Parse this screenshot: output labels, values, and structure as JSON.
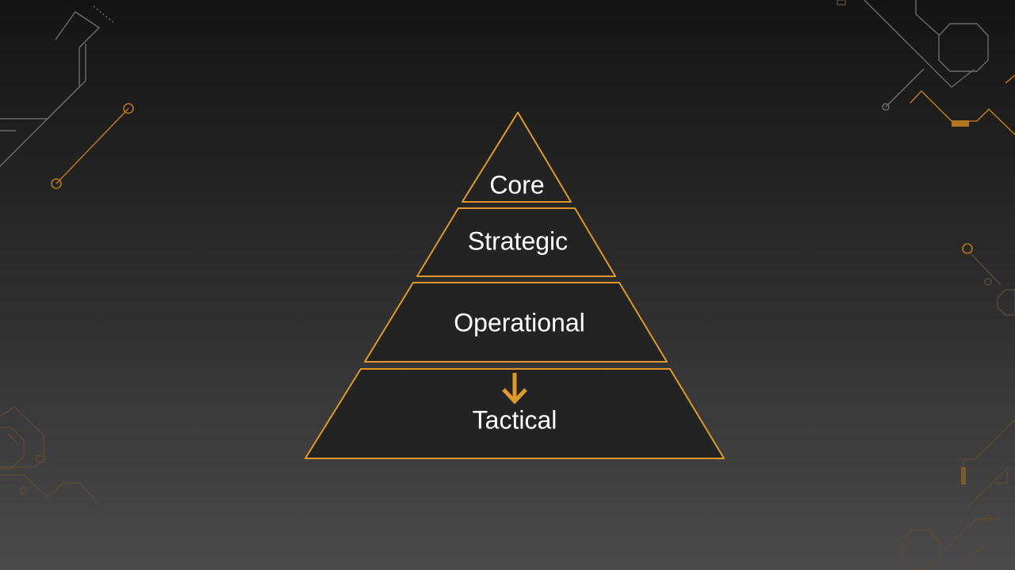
{
  "diagram": {
    "type": "pyramid",
    "accent_color": "#e0982a",
    "fill_color": "#232323",
    "text_color": "#ffffff",
    "tiers": [
      {
        "label": "Core"
      },
      {
        "label": "Strategic"
      },
      {
        "label": "Operational"
      },
      {
        "label": "Tactical",
        "marker": "arrow-down-icon"
      }
    ]
  }
}
